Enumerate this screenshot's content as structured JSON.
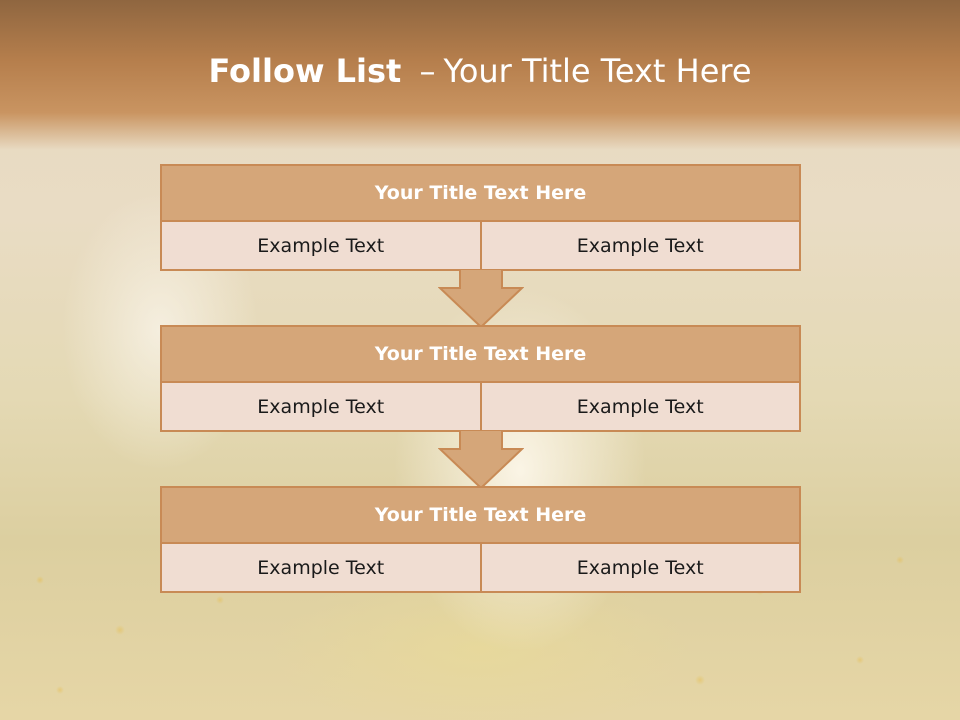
{
  "slide": {
    "title_bold": "Follow List",
    "title_dash": "–",
    "title_rest": "Your Title Text Here"
  },
  "steps": [
    {
      "title": "Your Title Text Here",
      "left": "Example Text",
      "right": "Example Text"
    },
    {
      "title": "Your Title Text Here",
      "left": "Example Text",
      "right": "Example Text"
    },
    {
      "title": "Your Title Text Here",
      "left": "Example Text",
      "right": "Example Text"
    }
  ],
  "colors": {
    "header": "#b57e4c",
    "block_title_fill": "#d5a679",
    "block_border": "#c88a55",
    "cell_fill": "#f0ddd2",
    "arrow_fill": "#d5a679"
  }
}
